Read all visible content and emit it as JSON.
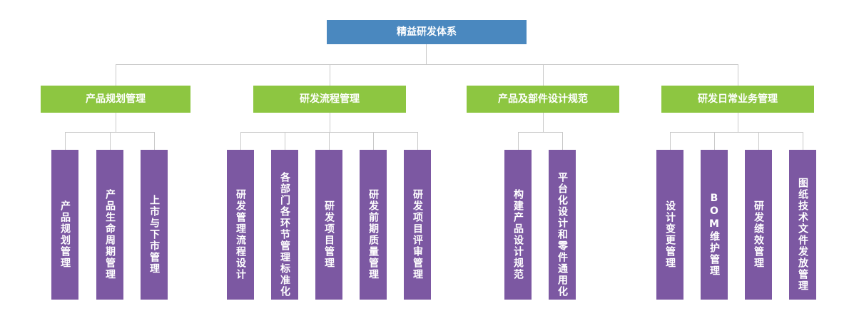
{
  "diagram": {
    "root_label": "精益研发体系",
    "groups": [
      {
        "label": "产品规划管理",
        "children": [
          "产品规划管理",
          "产品生命周期管理",
          "上市与下市管理"
        ]
      },
      {
        "label": "研发流程管理",
        "children": [
          "研发管理流程设计",
          "各部门各环节管理标准化",
          "研发项目管理",
          "研发前期质量管理",
          "研发项目评审管理"
        ]
      },
      {
        "label": "产品及部件设计规范",
        "children": [
          "构建产品设计规范",
          "平台化设计和零件通用化"
        ]
      },
      {
        "label": "研发日常业务管理",
        "children": [
          "设计变更管理",
          "BOM维护管理",
          "研发绩效管理",
          "图纸技术文件发放管理"
        ]
      }
    ],
    "colors": {
      "root_box": "#4a88bf",
      "group_box": "#8dc641",
      "leaf_box": "#7c58a2",
      "connector": "#c9c9c9",
      "text": "#ffffff"
    }
  }
}
